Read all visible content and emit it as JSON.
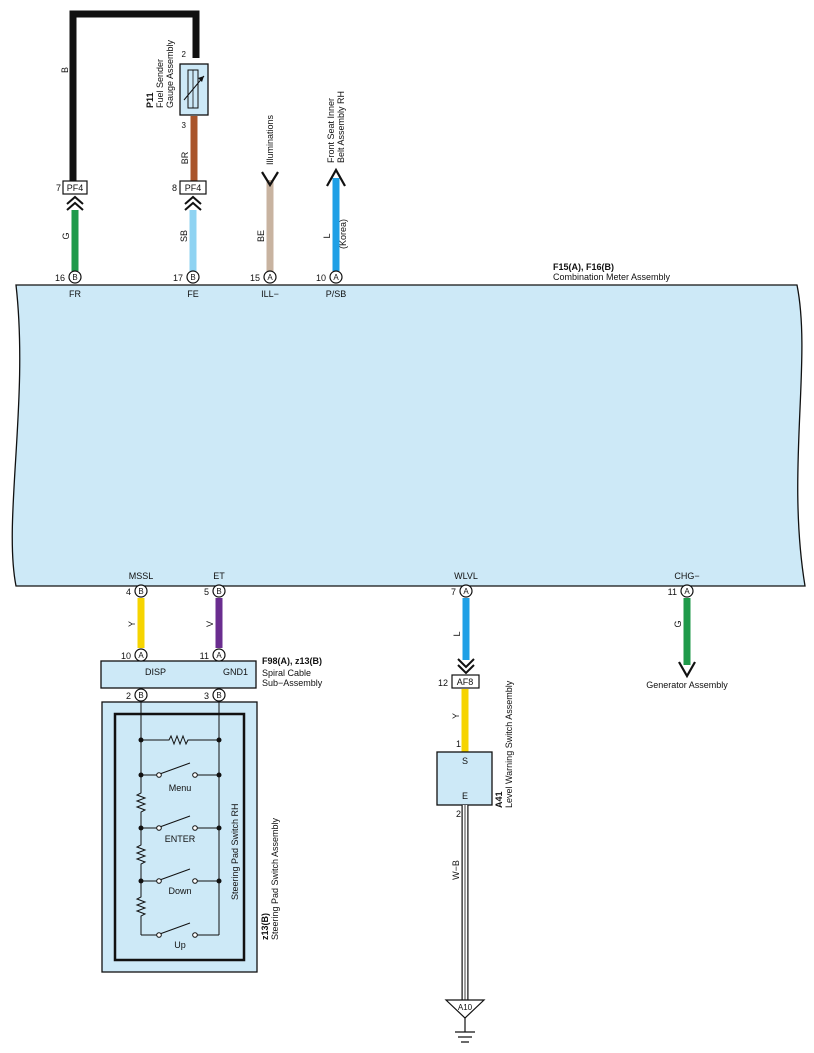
{
  "colors": {
    "assembly_fill": "#cde9f7",
    "wire_B": "#111111",
    "wire_BR": "#a9542a",
    "wire_G": "#1f9a4a",
    "wire_SB": "#8fd3f2",
    "wire_BE": "#c8b3a0",
    "wire_L": "#1fa0e6",
    "wire_Y": "#f6d400",
    "wire_V": "#6a2d8f",
    "wire_WB": "#ffffff"
  },
  "fuel_sender": {
    "code": "P11",
    "name_line1": "Fuel Sender",
    "name_line2": "Gauge Assembly",
    "pin_top": "2",
    "pin_bottom": "3"
  },
  "wires_top": {
    "black_label": "B",
    "brown_label": "BR",
    "green_label": "G",
    "skyblue_label": "SB",
    "beige_label": "BE",
    "blue_label": "L",
    "blue_note": "(Korea)"
  },
  "connectors_top": [
    {
      "pin": "7",
      "name": "PF4"
    },
    {
      "pin": "8",
      "name": "PF4"
    }
  ],
  "illuminations": "Illuminations",
  "front_seat": {
    "line1": "Front Seat Inner",
    "line2": "Belt Assembly RH"
  },
  "meter": {
    "code": "F15(A), F16(B)",
    "name": "Combination Meter Assembly",
    "top_pins": [
      {
        "num": "16",
        "letter": "B",
        "label": "FR"
      },
      {
        "num": "17",
        "letter": "B",
        "label": "FE"
      },
      {
        "num": "15",
        "letter": "A",
        "label": "ILL−"
      },
      {
        "num": "10",
        "letter": "A",
        "label": "P/SB"
      }
    ],
    "bottom_pins": [
      {
        "num": "4",
        "letter": "B",
        "label": "MSSL"
      },
      {
        "num": "5",
        "letter": "B",
        "label": "ET"
      },
      {
        "num": "7",
        "letter": "A",
        "label": "WLVL"
      },
      {
        "num": "11",
        "letter": "A",
        "label": "CHG−"
      }
    ]
  },
  "wires_bottom": {
    "yellow_label": "Y",
    "violet_label": "V",
    "blue_label": "L",
    "green_label": "G",
    "yellow2_label": "Y",
    "wb_label": "W−B"
  },
  "spiral": {
    "code": "F98(A), z13(B)",
    "name_line1": "Spiral Cable",
    "name_line2": "Sub−Assembly",
    "top_pins": [
      {
        "num": "10",
        "letter": "A",
        "label": "DISP"
      },
      {
        "num": "11",
        "letter": "A",
        "label": "GND1"
      }
    ],
    "bottom_pins": [
      {
        "num": "2",
        "letter": "B"
      },
      {
        "num": "3",
        "letter": "B"
      }
    ]
  },
  "steering_pad": {
    "inner_name": "Steering Pad Switch RH",
    "code": "z13(B)",
    "name": "Steering Pad Switch Assembly",
    "switches": [
      "Menu",
      "ENTER",
      "Down",
      "Up"
    ]
  },
  "generator": "Generator Assembly",
  "af8": {
    "pin": "12",
    "name": "AF8"
  },
  "level_switch": {
    "code": "A41",
    "name": "Level Warning Switch Assembly",
    "pin_top": "1",
    "pin_bottom": "2",
    "term_top": "S",
    "term_bottom": "E"
  },
  "ground": "A10"
}
